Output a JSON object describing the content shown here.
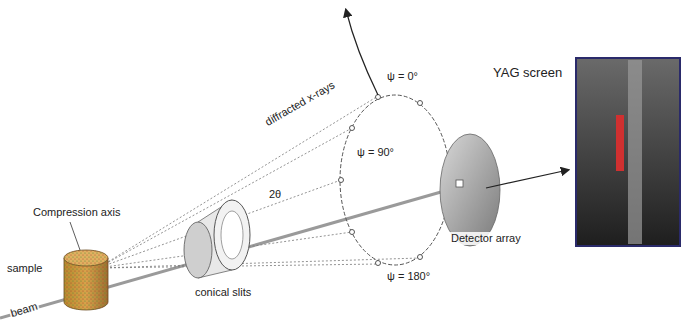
{
  "diagram": {
    "labels": [
      "Compression axis",
      "sample",
      "beam",
      "conical slits",
      "diffracted x-rays",
      "2θ",
      "ψ = 0°",
      "ψ = 90°",
      "ψ = 180°",
      "YAG screen",
      "Detector array"
    ]
  }
}
